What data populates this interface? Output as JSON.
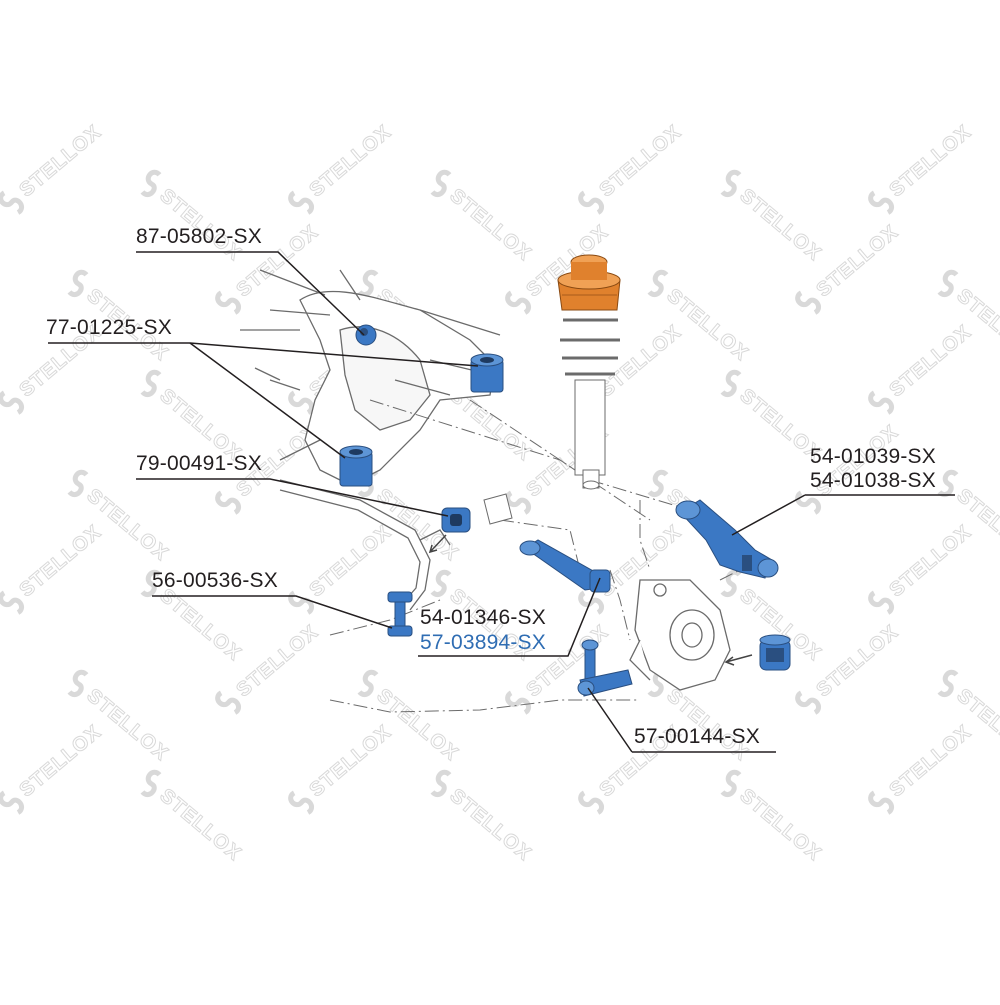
{
  "labels": {
    "p1": "87-05802-SX",
    "p2": "77-01225-SX",
    "p3": "79-00491-SX",
    "p4": "56-00536-SX",
    "p5": "54-01346-SX",
    "p6": "57-03894-SX",
    "p7": "54-01039-SX",
    "p8": "54-01038-SX",
    "p9": "57-00144-SX"
  },
  "watermark": {
    "text": "STELLOX"
  },
  "colors": {
    "label_text": "#231f20",
    "highlight_text": "#2f6db3",
    "part_blue": "#3b78c4",
    "spring_orange": "#e0812d",
    "outline": "#555555",
    "watermark": "#d9d9d9"
  }
}
